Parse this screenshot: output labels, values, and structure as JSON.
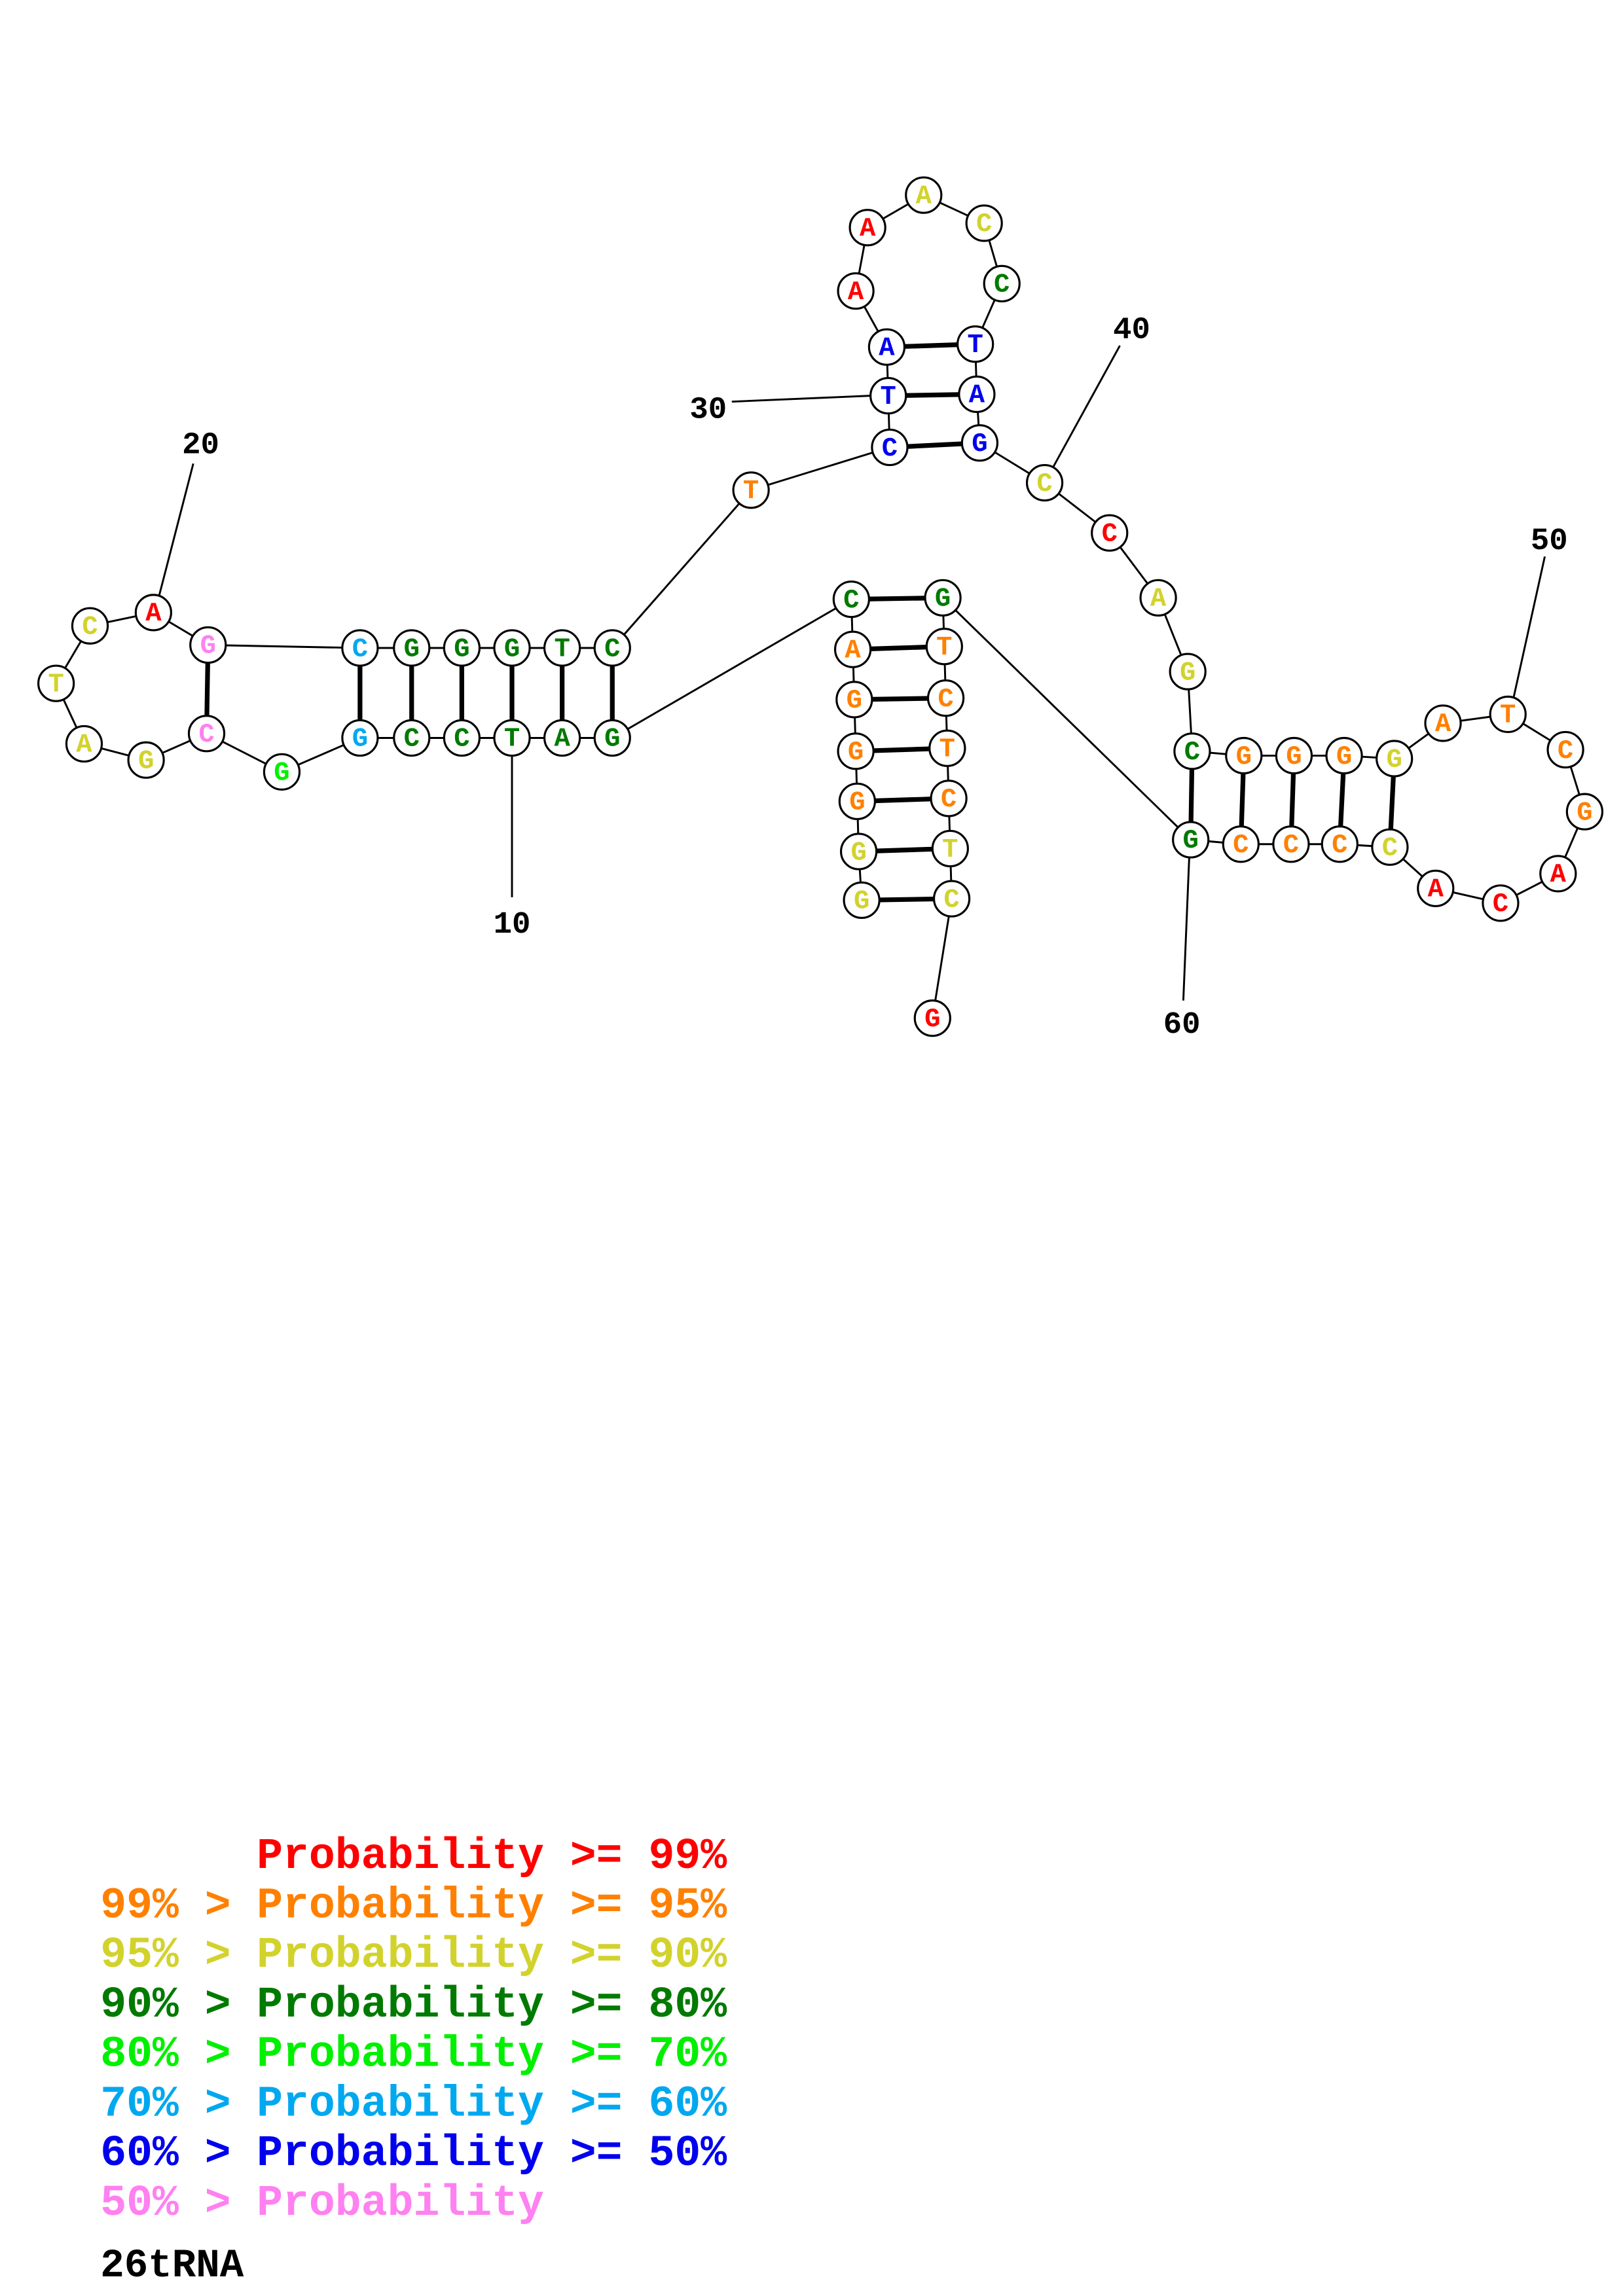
{
  "title": "26tRNA",
  "probability_colors": [
    "#ff0000",
    "#ff8000",
    "#d2d22d",
    "#007a00",
    "#00f000",
    "#00a8f0",
    "#0000ee",
    "#ff80f0"
  ],
  "legend": [
    {
      "range": "",
      "label": "Probability >= 99%",
      "color_index": 0
    },
    {
      "range": "99% >",
      "label": "Probability >= 95%",
      "color_index": 1
    },
    {
      "range": "95% >",
      "label": "Probability >= 90%",
      "color_index": 2
    },
    {
      "range": "90% >",
      "label": "Probability >= 80%",
      "color_index": 3
    },
    {
      "range": "80% >",
      "label": "Probability >= 70%",
      "color_index": 4
    },
    {
      "range": "70% >",
      "label": "Probability >= 60%",
      "color_index": 5
    },
    {
      "range": "60% >",
      "label": "Probability >= 50%",
      "color_index": 6
    },
    {
      "range": "50% >",
      "label": "Probability",
      "color_index": 7
    }
  ],
  "sequence": [
    "G",
    "G",
    "G",
    "G",
    "G",
    "A",
    "C",
    "G",
    "A",
    "T",
    "C",
    "C",
    "G",
    "G",
    "C",
    "G",
    "A",
    "T",
    "C",
    "A",
    "G",
    "C",
    "G",
    "G",
    "G",
    "T",
    "C",
    "T",
    "C",
    "T",
    "A",
    "A",
    "A",
    "A",
    "C",
    "C",
    "T",
    "A",
    "G",
    "C",
    "C",
    "A",
    "G",
    "C",
    "G",
    "G",
    "G",
    "G",
    "A",
    "T",
    "C",
    "G",
    "A",
    "C",
    "A",
    "C",
    "C",
    "C",
    "C",
    "G",
    "G",
    "T",
    "C",
    "T",
    "C",
    "T",
    "C",
    "G"
  ],
  "probability_class": [
    2,
    2,
    1,
    1,
    1,
    1,
    3,
    3,
    3,
    3,
    3,
    3,
    5,
    4,
    7,
    2,
    2,
    2,
    2,
    0,
    7,
    5,
    3,
    3,
    3,
    3,
    3,
    1,
    6,
    6,
    6,
    0,
    0,
    2,
    2,
    3,
    6,
    6,
    6,
    2,
    0,
    2,
    2,
    3,
    1,
    1,
    1,
    2,
    1,
    1,
    1,
    1,
    0,
    0,
    0,
    2,
    1,
    1,
    1,
    3,
    3,
    1,
    1,
    1,
    1,
    2,
    2,
    0
  ],
  "base_pairs": [
    [
      1,
      67
    ],
    [
      2,
      66
    ],
    [
      3,
      65
    ],
    [
      4,
      64
    ],
    [
      5,
      63
    ],
    [
      6,
      62
    ],
    [
      7,
      61
    ],
    [
      8,
      27
    ],
    [
      9,
      26
    ],
    [
      10,
      25
    ],
    [
      11,
      24
    ],
    [
      12,
      23
    ],
    [
      13,
      22
    ],
    [
      15,
      21
    ],
    [
      29,
      39
    ],
    [
      30,
      38
    ],
    [
      31,
      37
    ],
    [
      44,
      60
    ],
    [
      45,
      59
    ],
    [
      46,
      58
    ],
    [
      47,
      57
    ],
    [
      48,
      56
    ]
  ],
  "position_labels": [
    {
      "position": 10,
      "text": "10"
    },
    {
      "position": 20,
      "text": "20"
    },
    {
      "position": 30,
      "text": "30"
    },
    {
      "position": 40,
      "text": "40"
    },
    {
      "position": 50,
      "text": "50"
    },
    {
      "position": 60,
      "text": "60"
    }
  ]
}
